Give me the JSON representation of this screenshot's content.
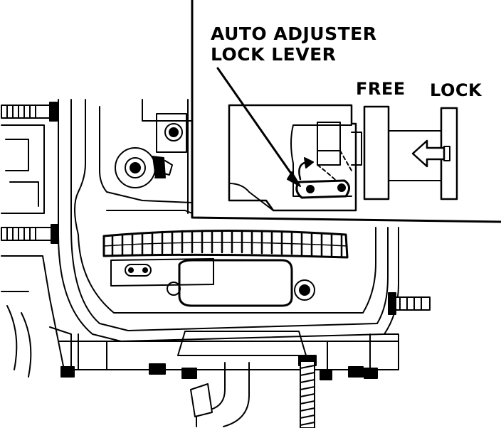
{
  "callout": {
    "line1": "AUTO ADJUSTER",
    "line2": "LOCK LEVER"
  },
  "positions": {
    "free": "FREE",
    "lock": "LOCK"
  },
  "colors": {
    "ink": "#000000",
    "paper": "#ffffff"
  }
}
